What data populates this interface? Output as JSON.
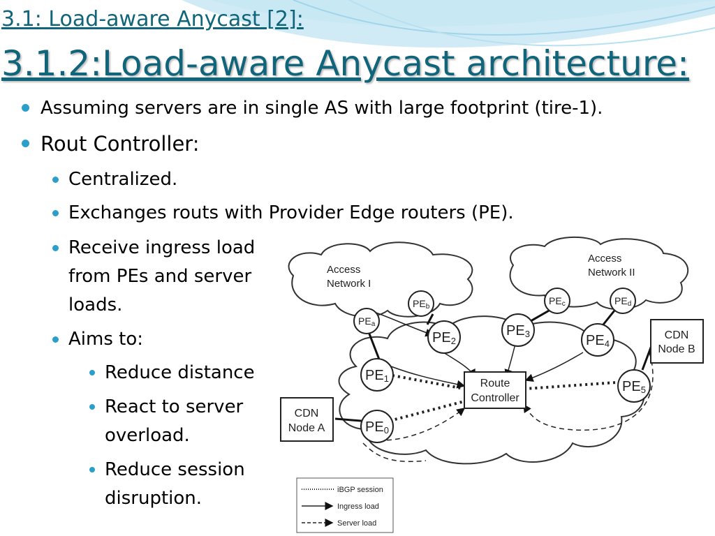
{
  "slide": {
    "heading": "3.1: Load-aware Anycast [2]:",
    "title": "3.1.2:Load-aware Anycast architecture:",
    "bullets": {
      "assumption": "Assuming servers are in single AS with large footprint (tire-1).",
      "controller": "Rout Controller:",
      "centralized": "Centralized.",
      "exchanges": "Exchanges routs with Provider Edge routers (PE).",
      "receive": "Receive ingress load from PEs and server loads.",
      "aims": "Aims to:",
      "aim_distance": "Reduce distance",
      "aim_overload": "React to server overload.",
      "aim_session": "Reduce session disruption."
    }
  },
  "diagram": {
    "access_network_1": [
      "Access",
      "Network I"
    ],
    "access_network_2": [
      "Access",
      "Network II"
    ],
    "route_controller": [
      "Route",
      "Controller"
    ],
    "cdn_node_a": [
      "CDN",
      "Node A"
    ],
    "cdn_node_b": [
      "CDN",
      "Node B"
    ],
    "routers": {
      "pe_a": {
        "name": "PE",
        "sub": "a"
      },
      "pe_b": {
        "name": "PE",
        "sub": "b"
      },
      "pe_c": {
        "name": "PE",
        "sub": "c"
      },
      "pe_d": {
        "name": "PE",
        "sub": "d"
      },
      "pe_0": {
        "name": "PE",
        "sub": "0"
      },
      "pe_1": {
        "name": "PE",
        "sub": "1"
      },
      "pe_2": {
        "name": "PE",
        "sub": "2"
      },
      "pe_3": {
        "name": "PE",
        "sub": "3"
      },
      "pe_4": {
        "name": "PE",
        "sub": "4"
      },
      "pe_5": {
        "name": "PE",
        "sub": "5"
      }
    },
    "legend": {
      "ibgp": "iBGP session",
      "ingress": "Ingress load",
      "server": "Server load"
    }
  },
  "colors": {
    "title": "#10657a",
    "bullet": "#2a9fc9",
    "wave": "#bfe3f1"
  }
}
